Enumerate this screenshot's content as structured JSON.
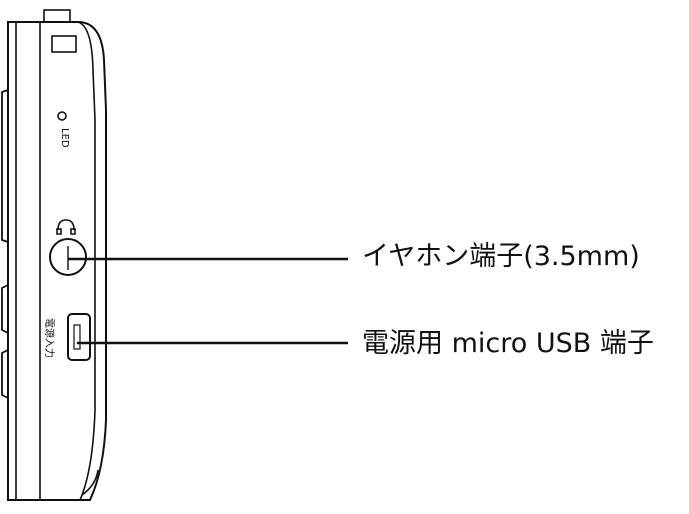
{
  "device": {
    "led_label": "LED",
    "power_label": "電源入力"
  },
  "callouts": [
    {
      "label": "イヤホン端子(3.5mm)"
    },
    {
      "label": "電源用 micro USB 端子"
    }
  ]
}
